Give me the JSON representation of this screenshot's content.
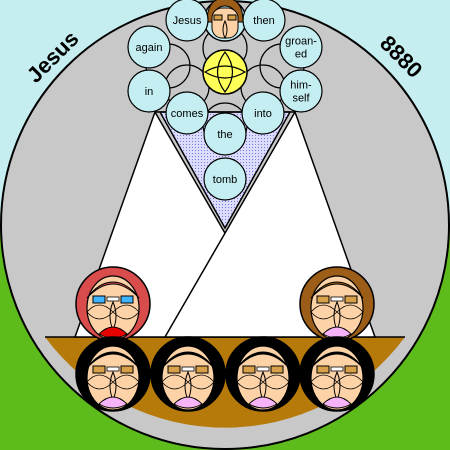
{
  "labels": {
    "left_title": "Jesus",
    "right_number": "8880"
  },
  "words": [
    "Jesus",
    "then",
    "again",
    "groan-",
    "ed",
    "in",
    "him-",
    "self",
    "comes",
    "into",
    "the",
    "tomb"
  ],
  "colors": {
    "sky": "#c6eef0",
    "grass": "#5dbb1b",
    "ground": "#b67a0a",
    "circle_fill": "#c8c8c8",
    "white": "#ffffff",
    "lavender": "#c8c8ff",
    "cyan": "#c4eef2",
    "yellow": "#ffff5a",
    "skin": "#fcd2a6",
    "hair_red": "#d84c4c",
    "hair_brown": "#9b5d17",
    "hair_black": "#000000",
    "cheek_pink": "#f7b3f7",
    "mouth_red": "#e60000"
  }
}
